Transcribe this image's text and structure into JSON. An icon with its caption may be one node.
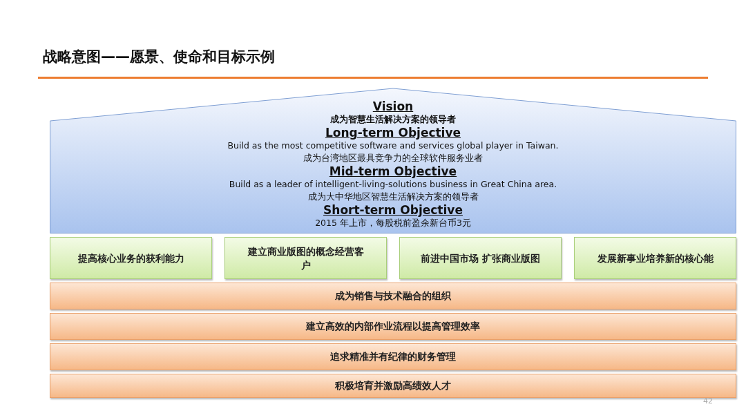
{
  "diagram": {
    "title": "战略意图——愿景、使命和目标示例",
    "nodes": [
      {
        "text": [
          "Vision",
          "成为智慧生活解决方案的领导者",
          "Long-term Objective",
          "Build as the most competitive software and services global player in Taiwan.",
          "成为台湾地区最具竞争力的全球软件服务业者",
          "Mid-term Objective",
          "Build as a leader of intelligent-living-solutions business in Great China area.",
          "成为大中华地区智慧生活解决方案的领导者",
          "Short-term Objective",
          "2015 年上市，每股税前盈余新台币3元"
        ]
      },
      {
        "text": [
          "提高核心业务的获利能力"
        ]
      },
      {
        "text": [
          "建立商业版图的概念经营客户"
        ]
      },
      {
        "text": [
          "前进中国市场 扩张商业版图"
        ]
      },
      {
        "text": [
          "发展新事业培养新的核心能"
        ]
      },
      {
        "text": [
          "成为销售与技术融合的组织"
        ]
      },
      {
        "text": [
          "建立高效的内部作业流程以提高管理效率"
        ]
      },
      {
        "text": [
          "追求精准并有纪律的财务管理"
        ]
      },
      {
        "text": [
          "积极培育并激励高绩效人才"
        ]
      }
    ],
    "labels": [
      "42"
    ]
  }
}
